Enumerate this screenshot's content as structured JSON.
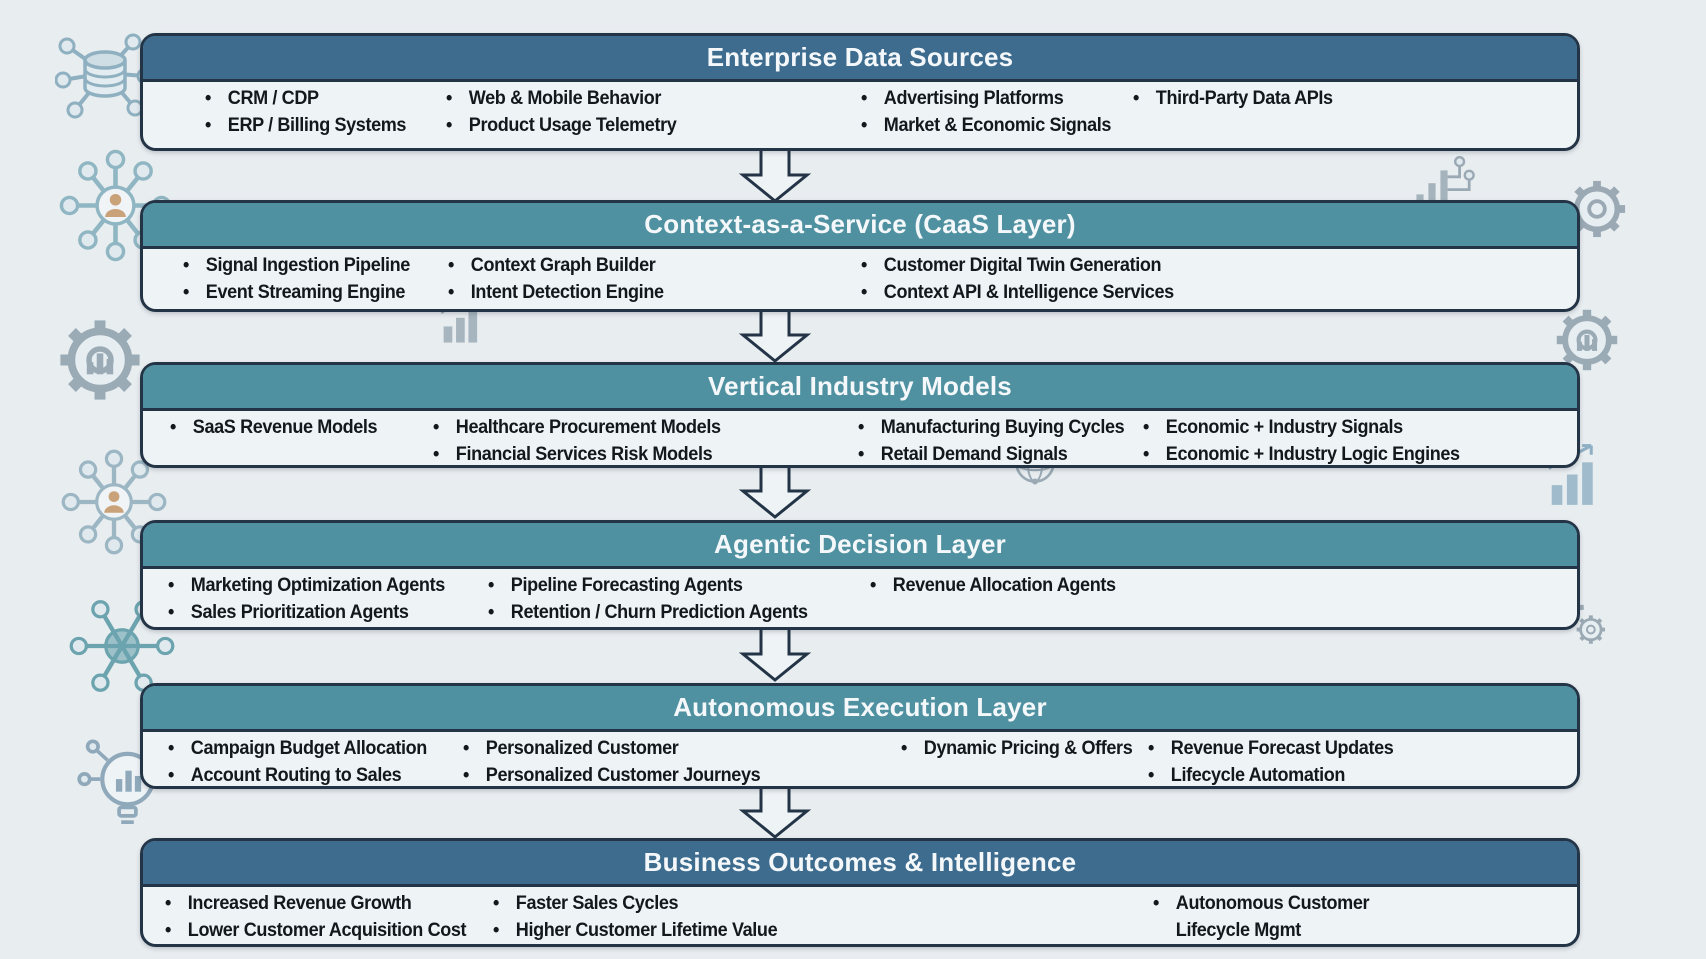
{
  "colors": {
    "background": "#e8edf0",
    "header_blue": "#3e6c8e",
    "header_teal": "#4f91a0",
    "panel_body": "#eef3f6",
    "border": "#243447",
    "item_text": "#13181d",
    "header_text": "#f4f8fa",
    "arrow_fill": "#eef3f6"
  },
  "layers": [
    {
      "title": "Enterprise Data Sources",
      "header_color": "#3e6c8e",
      "columns": [
        {
          "items": [
            "CRM / CDP",
            "ERP / Billing Systems"
          ]
        },
        {
          "items": [
            "Web & Mobile Behavior",
            "Product Usage Telemetry"
          ]
        },
        {
          "items": [
            "Advertising Platforms",
            "Market & Economic Signals"
          ]
        },
        {
          "items": [
            "Third-Party Data APIs"
          ]
        }
      ]
    },
    {
      "title": "Context-as-a-Service (CaaS Layer)",
      "header_color": "#4f91a0",
      "columns": [
        {
          "items": [
            "Signal Ingestion Pipeline",
            "Event Streaming Engine"
          ]
        },
        {
          "items": [
            "Context Graph Builder",
            "Intent Detection Engine"
          ]
        },
        {
          "items": [
            "Customer Digital Twin Generation",
            "Context API & Intelligence Services"
          ]
        }
      ]
    },
    {
      "title": "Vertical Industry Models",
      "header_color": "#4f91a0",
      "columns": [
        {
          "items": [
            "SaaS Revenue Models"
          ]
        },
        {
          "items": [
            "Healthcare Procurement Models",
            "Financial Services Risk Models"
          ]
        },
        {
          "items": [
            "Manufacturing Buying Cycles",
            "Retail Demand Signals"
          ]
        },
        {
          "items": [
            "Economic + Industry Signals",
            "Economic + Industry Logic Engines"
          ]
        }
      ]
    },
    {
      "title": "Agentic Decision Layer",
      "header_color": "#4f91a0",
      "columns": [
        {
          "items": [
            "Marketing Optimization Agents",
            "Sales Prioritization Agents"
          ]
        },
        {
          "items": [
            "Pipeline Forecasting Agents",
            "Retention / Churn Prediction Agents"
          ]
        },
        {
          "items": [
            "Revenue Allocation Agents"
          ]
        }
      ]
    },
    {
      "title": "Autonomous Execution Layer",
      "header_color": "#4f91a0",
      "columns": [
        {
          "items": [
            "Campaign Budget Allocation",
            "Account Routing to Sales"
          ]
        },
        {
          "items": [
            "Personalized Customer",
            "Personalized Customer Journeys"
          ]
        },
        {
          "items": [
            "Dynamic Pricing & Offers"
          ]
        },
        {
          "items": [
            "Revenue Forecast Updates",
            "Lifecycle Automation"
          ]
        }
      ]
    },
    {
      "title": "Business Outcomes & Intelligence",
      "header_color": "#3e6c8e",
      "columns": [
        {
          "items": [
            "Increased Revenue Growth",
            "Lower Customer Acquisition Cost"
          ]
        },
        {
          "items": [
            "Faster Sales Cycles",
            "Higher Customer Lifetime Value"
          ]
        },
        {
          "items": [
            "Autonomous Customer Lifecycle Mgmt"
          ]
        }
      ]
    }
  ],
  "decor_icons": [
    "database-network",
    "user-network",
    "gear-chart",
    "user-hub",
    "network-hub",
    "lightbulb-chart",
    "circuit-chart",
    "gear-network",
    "gear-chart-right",
    "bar-chart-trend",
    "gears-pair-right",
    "bar-chart-trend-mid",
    "globe-network",
    "magnifier-chart",
    "network-hub-small",
    "gears-pair",
    "bar-chart-mid"
  ]
}
